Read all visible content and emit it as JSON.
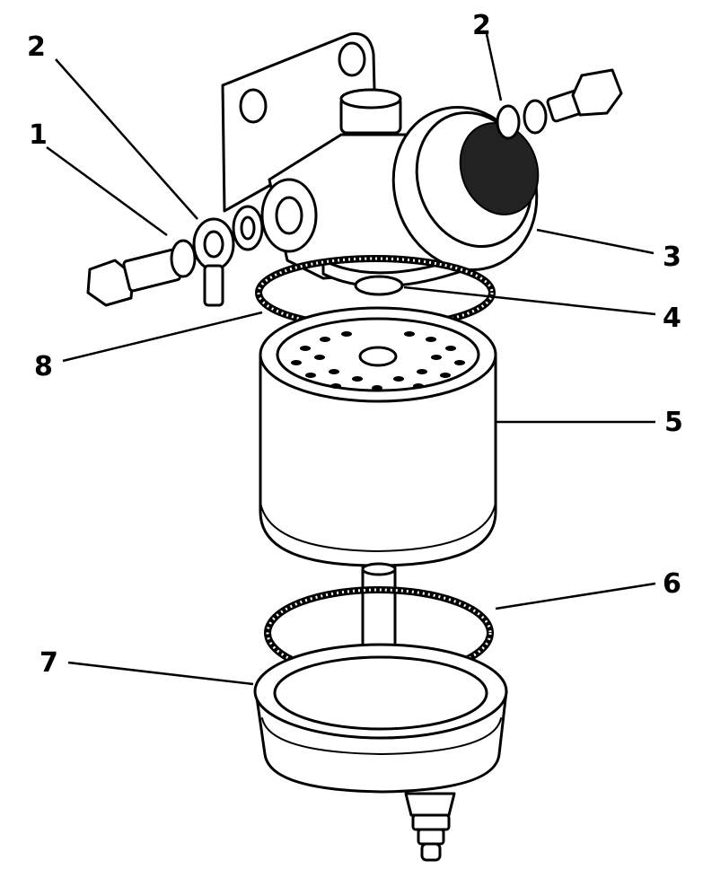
{
  "diagram": {
    "callouts": [
      {
        "id": "1",
        "label": "1"
      },
      {
        "id": "2a",
        "label": "2"
      },
      {
        "id": "2b",
        "label": "2"
      },
      {
        "id": "3",
        "label": "3"
      },
      {
        "id": "4",
        "label": "4"
      },
      {
        "id": "5",
        "label": "5"
      },
      {
        "id": "6",
        "label": "6"
      },
      {
        "id": "7",
        "label": "7"
      },
      {
        "id": "8",
        "label": "8"
      }
    ]
  }
}
